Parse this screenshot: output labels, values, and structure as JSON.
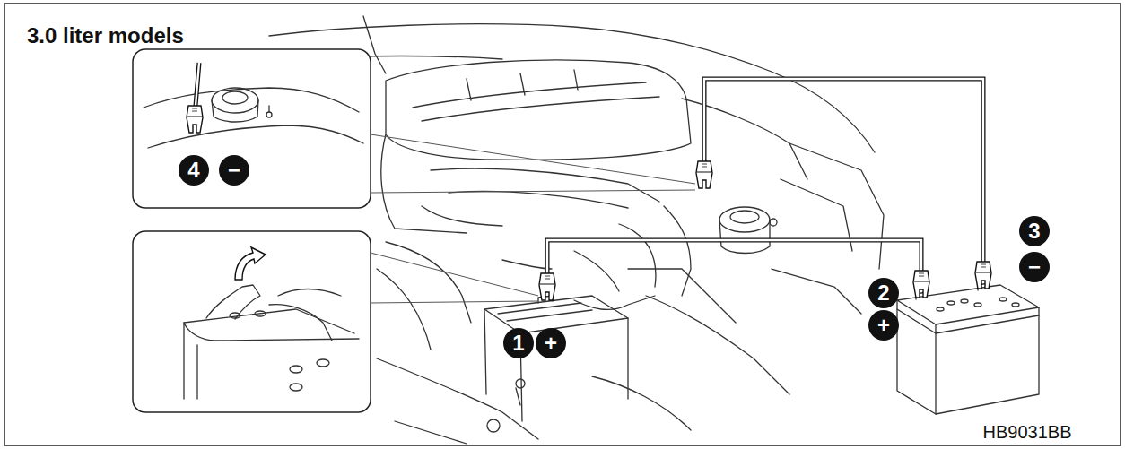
{
  "diagram": {
    "title": "3.0 liter models",
    "labels": [
      "1",
      "+",
      "2",
      "+",
      "3",
      "−",
      "4",
      "−",
      "HB9031BB"
    ]
  }
}
